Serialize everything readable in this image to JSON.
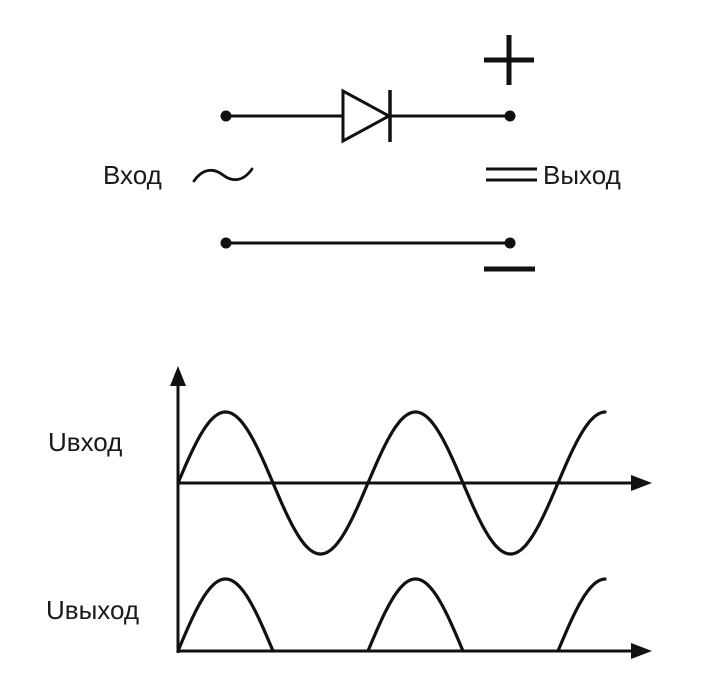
{
  "circuit": {
    "input_label": "Вход",
    "input_symbol": "~",
    "output_label": "Выход",
    "plus_symbol": "+",
    "minus_symbol": "−",
    "component": "diode-icon",
    "output_symbol": "dc-symbol-icon"
  },
  "graph": {
    "input_voltage_label": "Uвход",
    "output_voltage_label": "Uвыход",
    "waveform_cycles": 2.25,
    "rectification": "half-wave"
  },
  "colors": {
    "stroke": "#111111",
    "background": "#ffffff"
  }
}
